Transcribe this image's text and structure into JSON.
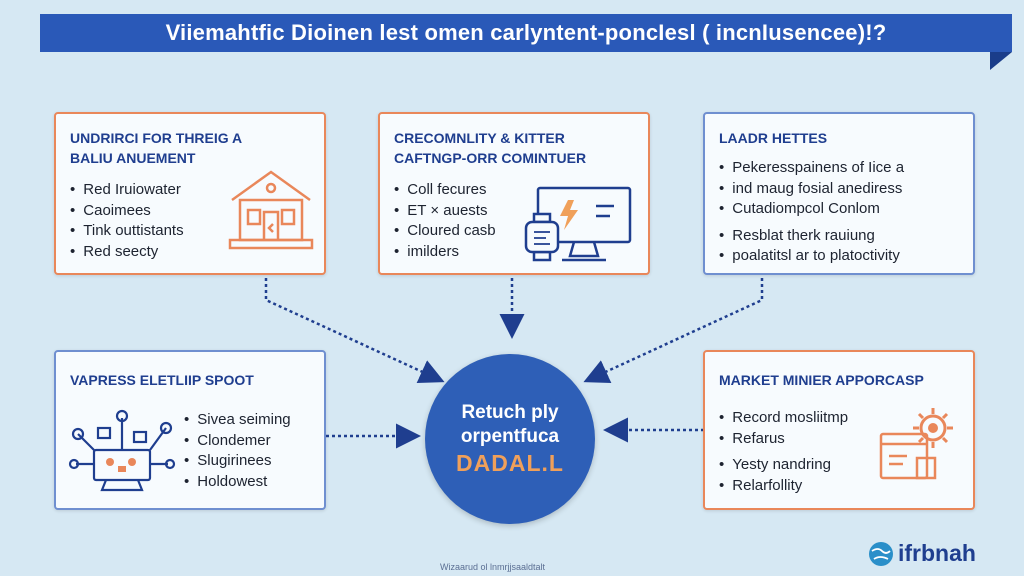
{
  "header": {
    "title": "Viiemahtfic Dioinen lest omen carlyntent-poncIesl ( incnIusencee)!?"
  },
  "cards": {
    "top_left": {
      "title": "UNDRIRCI FOR THREIG A\nBALIU ANUEMENT",
      "items": [
        "Red Iruiowater",
        "Caoimees",
        "Tink outtistants",
        "Red seecty"
      ]
    },
    "top_middle": {
      "title": "CRECOMNLITY & KITTER\nCAFTNGP-ORR COMINTUER",
      "items": [
        "Coll fecures",
        "ET × auests",
        "Cloured casb",
        "imilders"
      ]
    },
    "top_right": {
      "title": "LAADR HETTES",
      "items": [
        "Pekeresspainens of Iice a",
        "ind maug fosial anediress",
        "Cutadiompcol Conlom",
        "Resblat therk rauiung",
        "poalatitsl ar to platoctivity"
      ]
    },
    "bottom_left": {
      "title": "VAPRESS ELETLIIP SPOOT",
      "items": [
        "Sivea seiming",
        "Clondemer",
        "Slugirinees",
        "Holdowest"
      ]
    },
    "bottom_right": {
      "title": "MARKET MINIER APPORCASP",
      "items": [
        "Record mosliitmp",
        "Refarus",
        "Yesty nandring",
        "Relarfollity"
      ]
    }
  },
  "center": {
    "line1": "Retuch ply",
    "line2": "orpentfuca",
    "line3": "DADAL.L"
  },
  "brand": {
    "logo_text": "ifrbnah"
  },
  "footer": {
    "caption": "Wizaarud ol lnmrjjsaaldtalt"
  },
  "colors": {
    "banner": "#2a59b8",
    "card_border_orange": "#e9875a",
    "card_border_blue": "#6f8fd0",
    "title_text": "#1f3e8f",
    "center_circle": "#2e5fb7",
    "accent_orange": "#f0a05a",
    "background": "#d6e8f3"
  },
  "icons": [
    "house-icon",
    "monitor-icon",
    "watch-icon",
    "network-icon",
    "browser-icon",
    "gear-icon",
    "globe-icon"
  ]
}
